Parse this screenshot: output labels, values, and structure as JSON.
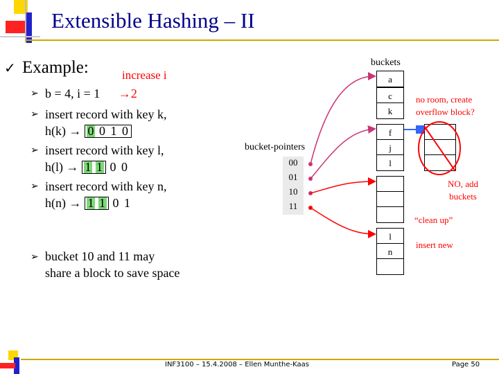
{
  "title": "Extensible Hashing – II",
  "example": {
    "label": "Example:",
    "increase_note": "increase i",
    "b_line": "b = 4, i = 1",
    "i_new": "2",
    "items": [
      {
        "text": "insert record with key k,",
        "hash_prefix": "h(k)",
        "bits": [
          "0",
          "0",
          "1",
          "0"
        ],
        "green": []
      },
      {
        "text": "insert record with key l,",
        "hash_prefix": "h(l)",
        "bits": [
          "1",
          "1",
          "0",
          "0"
        ],
        "green": [
          0,
          1
        ]
      },
      {
        "text": "insert record with key n,",
        "hash_prefix": "h(n)",
        "bits": [
          "1",
          "1",
          "0",
          "1"
        ],
        "green": [
          0,
          1
        ]
      }
    ],
    "share_note_1": "bucket 10 and 11 may",
    "share_note_2": "share a block to save space"
  },
  "diagram": {
    "buckets_label": "buckets",
    "bucket_pointers_label": "bucket-pointers",
    "pointers": [
      "00",
      "01",
      "10",
      "11"
    ],
    "bucket_a": [
      "a",
      "c",
      "k"
    ],
    "bucket_b": [
      "f",
      "j",
      "l"
    ],
    "bucket_c": [
      "",
      "",
      ""
    ],
    "bucket_d": [
      "l",
      "n",
      ""
    ],
    "no_room_1": "no room, create",
    "no_room_2": "overflow block?",
    "no_add_1": "NO, add",
    "no_add_2": "buckets",
    "clean_up": "“clean up”",
    "insert_new": "insert new"
  },
  "footer": {
    "course": "INF3100 – 15.4.2008 – Ellen Munthe-Kaas",
    "page": "Page 50"
  },
  "colors": {
    "title": "#00008b",
    "accent_red": "#ff0000",
    "bit_highlight": "#7dd877",
    "arrow_pink": "#cc3377",
    "overflow_blue": "#3366ff"
  }
}
